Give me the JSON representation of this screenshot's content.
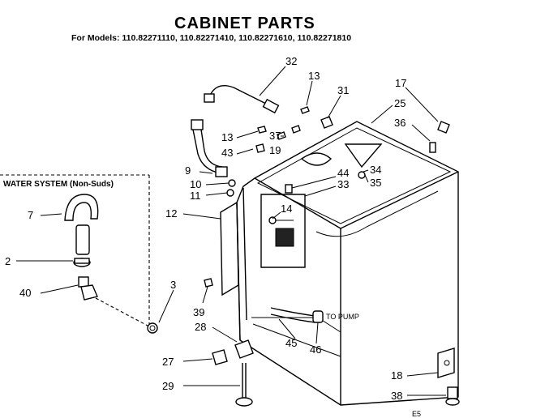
{
  "header": {
    "title": "CABINET PARTS",
    "models": "For Models: 110.82271110, 110.82271410, 110.82271610, 110.82271810"
  },
  "water_system": {
    "title": "WATER SYSTEM (Non-Suds)"
  },
  "labels": {
    "to_pump": "TO PUMP",
    "code": "E5"
  },
  "callouts": {
    "c32": "32",
    "c13a": "13",
    "c31": "31",
    "c17": "17",
    "c25": "25",
    "c36": "36",
    "c13b": "13",
    "c37": "37",
    "c43": "43",
    "c19": "19",
    "c9": "9",
    "c10": "10",
    "c11": "11",
    "c44": "44",
    "c33": "33",
    "c34": "34",
    "c35": "35",
    "c12": "12",
    "c14": "14",
    "c7": "7",
    "c2": "2",
    "c40": "40",
    "c3": "3",
    "c39": "39",
    "c28": "28",
    "c45": "45",
    "c46": "46",
    "c27": "27",
    "c29": "29",
    "c18": "18",
    "c38": "38"
  }
}
